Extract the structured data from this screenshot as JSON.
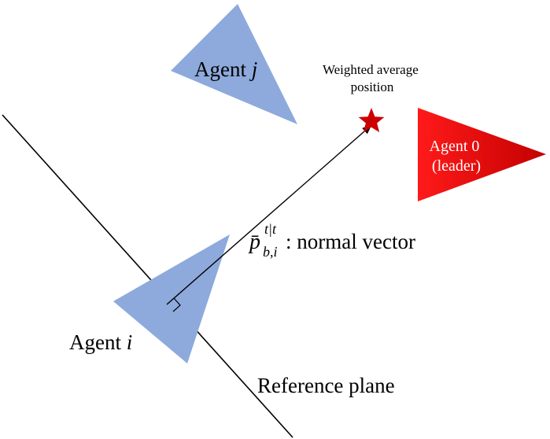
{
  "agent_j": {
    "prefix": "Agent ",
    "index": "j"
  },
  "agent_i": {
    "prefix": "Agent ",
    "index": "i"
  },
  "leader": {
    "line1": "Agent 0",
    "line2": "(leader)"
  },
  "weighted": {
    "line1": "Weighted average",
    "line2": "position"
  },
  "vector": {
    "symbol": "p̄",
    "superscript": "t|t",
    "subscript": "b,i",
    "text": ": normal vector"
  },
  "reference_plane": "Reference plane",
  "colors": {
    "agent_fill": "#8eaadc",
    "leader_fill": "#ff0000",
    "leader_fill_dark": "#c00000",
    "star_fill": "#cc0000",
    "line": "#000000"
  }
}
